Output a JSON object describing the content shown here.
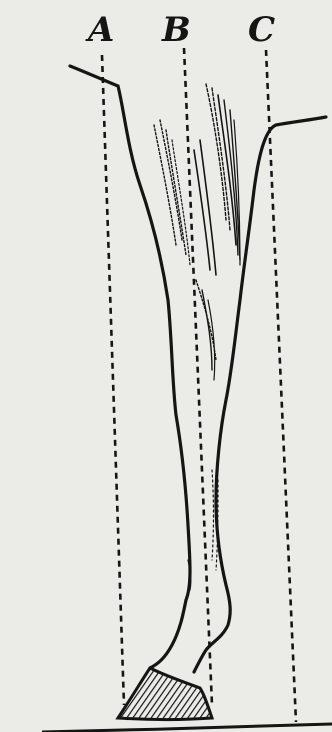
{
  "figure": {
    "labels": {
      "a": "A",
      "b": "B",
      "c": "C"
    },
    "colors": {
      "paper": "#ebebe8",
      "ink": "#151515"
    }
  }
}
